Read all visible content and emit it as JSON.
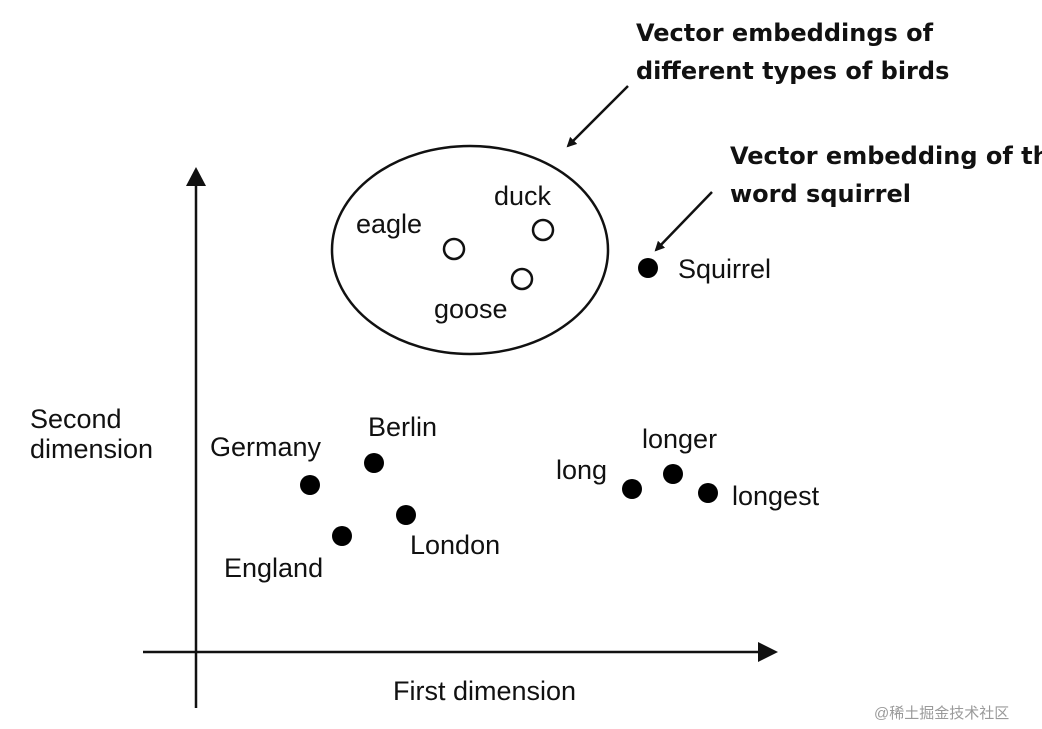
{
  "colors": {
    "ink": "#111111",
    "filled_point": "#000000",
    "hollow_point_fill": "#ffffff",
    "watermark": "#9a9a9a"
  },
  "axes": {
    "x_label": "First dimension",
    "y_label_line1": "Second",
    "y_label_line2": "dimension"
  },
  "birds_callout": {
    "line1": "Vector embeddings of",
    "line2": "different types of birds"
  },
  "squirrel_callout": {
    "line1": "Vector embedding of the",
    "line2": "word squirrel"
  },
  "points": {
    "eagle": {
      "label": "eagle",
      "style": "hollow"
    },
    "duck": {
      "label": "duck",
      "style": "hollow"
    },
    "goose": {
      "label": "goose",
      "style": "hollow"
    },
    "squirrel": {
      "label": "Squirrel",
      "style": "filled"
    },
    "germany": {
      "label": "Germany",
      "style": "filled"
    },
    "berlin": {
      "label": "Berlin",
      "style": "filled"
    },
    "london": {
      "label": "London",
      "style": "filled"
    },
    "england": {
      "label": "England",
      "style": "filled"
    },
    "long": {
      "label": "long",
      "style": "filled"
    },
    "longer": {
      "label": "longer",
      "style": "filled"
    },
    "longest": {
      "label": "longest",
      "style": "filled"
    }
  },
  "watermark": "@稀土掘金技术社区"
}
